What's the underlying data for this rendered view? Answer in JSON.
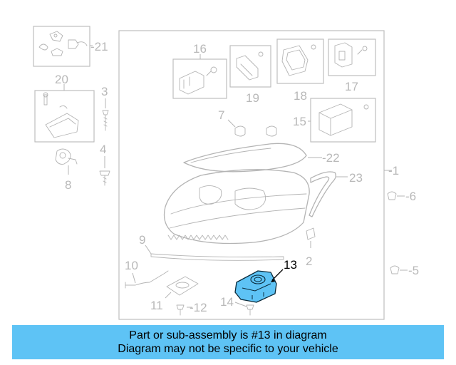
{
  "diagram": {
    "callouts": [
      {
        "id": "c1",
        "text": "-1"
      },
      {
        "id": "c2",
        "text": "2"
      },
      {
        "id": "c3",
        "text": "3"
      },
      {
        "id": "c4",
        "text": "4"
      },
      {
        "id": "c5",
        "text": "-5"
      },
      {
        "id": "c6",
        "text": "-6"
      },
      {
        "id": "c7",
        "text": "7"
      },
      {
        "id": "c8",
        "text": "8"
      },
      {
        "id": "c9",
        "text": "9"
      },
      {
        "id": "c10",
        "text": "10"
      },
      {
        "id": "c11",
        "text": "11"
      },
      {
        "id": "c12",
        "text": "-12"
      },
      {
        "id": "c13",
        "text": "13"
      },
      {
        "id": "c14",
        "text": "14"
      },
      {
        "id": "c15",
        "text": "15"
      },
      {
        "id": "c16",
        "text": "16"
      },
      {
        "id": "c17",
        "text": "17"
      },
      {
        "id": "c18",
        "text": "18"
      },
      {
        "id": "c19",
        "text": "19"
      },
      {
        "id": "c20",
        "text": "20"
      },
      {
        "id": "c21",
        "text": "-21"
      },
      {
        "id": "c22",
        "text": "-22"
      },
      {
        "id": "c23",
        "text": "23"
      }
    ],
    "highlighted_part": "13",
    "highlight_color": "#5ec3f5",
    "line_color": "#b4b4b4"
  },
  "banner": {
    "line1": "Part or sub-assembly is #13 in diagram",
    "line2": "Diagram may not be specific to your vehicle",
    "background": "#5ec3f5"
  }
}
